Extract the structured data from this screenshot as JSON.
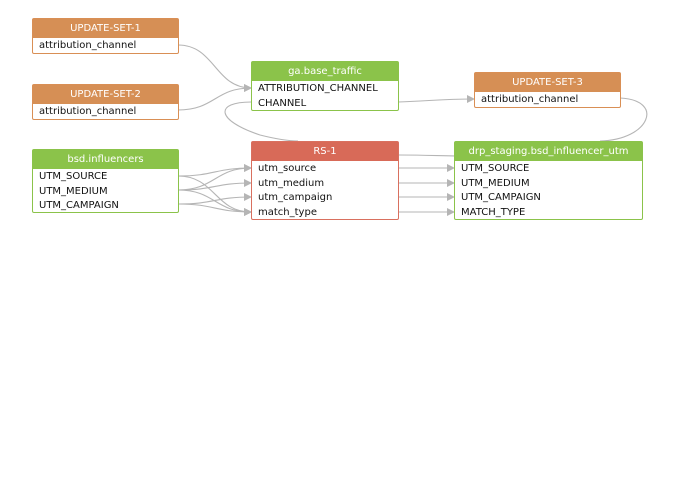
{
  "colors": {
    "update_set": "#d68f55",
    "table": "#8bc34a",
    "result_set": "#d86a58",
    "edge": "#b5b5b5"
  },
  "nodes": {
    "update_set_1": {
      "title": "UPDATE-SET-1",
      "fields": [
        "attribution_channel"
      ]
    },
    "update_set_2": {
      "title": "UPDATE-SET-2",
      "fields": [
        "attribution_channel"
      ]
    },
    "bsd_influencers": {
      "title": "bsd.influencers",
      "fields": [
        "UTM_SOURCE",
        "UTM_MEDIUM",
        "UTM_CAMPAIGN"
      ]
    },
    "ga_base_traffic": {
      "title": "ga.base_traffic",
      "fields": [
        "ATTRIBUTION_CHANNEL",
        "CHANNEL"
      ]
    },
    "rs_1": {
      "title": "RS-1",
      "fields": [
        "utm_source",
        "utm_medium",
        "utm_campaign",
        "match_type"
      ]
    },
    "update_set_3": {
      "title": "UPDATE-SET-3",
      "fields": [
        "attribution_channel"
      ]
    },
    "drp_staging": {
      "title": "drp_staging.bsd_influencer_utm",
      "fields": [
        "UTM_SOURCE",
        "UTM_MEDIUM",
        "UTM_CAMPAIGN",
        "MATCH_TYPE"
      ]
    }
  }
}
